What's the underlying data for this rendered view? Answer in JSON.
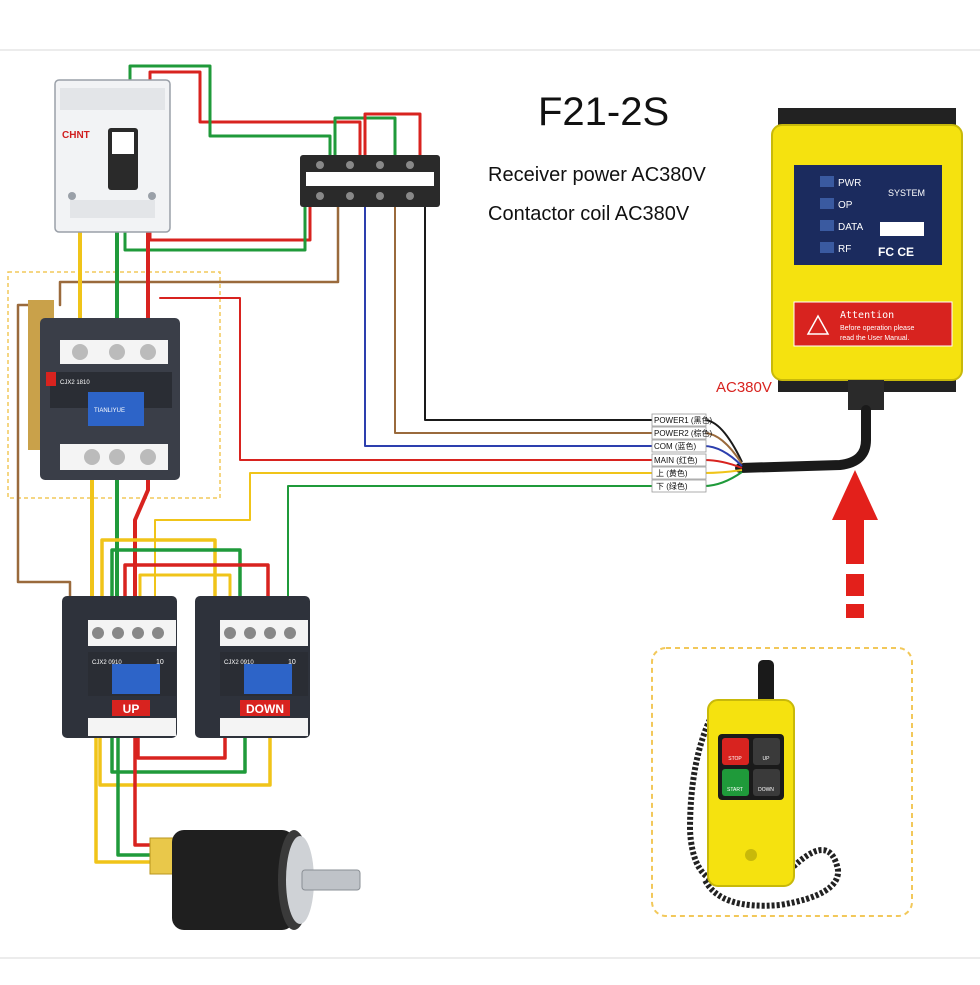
{
  "title": "F21-2S",
  "specs": {
    "receiver_power": "Receiver power  AC380V",
    "contactor_coil": "Contactor coil  AC380V"
  },
  "receiver_voltage": "AC380V",
  "receiver": {
    "system_label": "SYSTEM",
    "indicators": [
      "PWR",
      "OP",
      "DATA",
      "RF"
    ],
    "cert_marks": "FC CE",
    "attention_title": "Attention",
    "attention_line1": "Before operation please",
    "attention_line2": "read the User Manual."
  },
  "wire_labels": [
    "POWER1 (黑色)",
    "POWER2 (棕色)",
    "COM (蓝色)",
    "MAIN (红色)",
    "上 (黄色)",
    "下 (绿色)"
  ],
  "contactor_labels": {
    "up": "UP",
    "down": "DOWN",
    "model": "CJX2 0910",
    "rating": "10"
  },
  "breaker": {
    "brand": "CHNT"
  },
  "main_contactor": {
    "model": "CJX2 1810",
    "tag": "TIANLIYUE"
  },
  "remote": {
    "buttons": [
      "STOP",
      "UP",
      "START",
      "DOWN"
    ]
  },
  "colors": {
    "black_wire": "#1a1a1a",
    "brown_wire": "#9a6a3c",
    "blue_wire": "#2d3fae",
    "red_wire": "#d8231f",
    "yellow_wire": "#f0c419",
    "green_wire": "#1f9a3a",
    "housing_yellow": "#f5e20f",
    "arrow_red": "#e3201b"
  }
}
